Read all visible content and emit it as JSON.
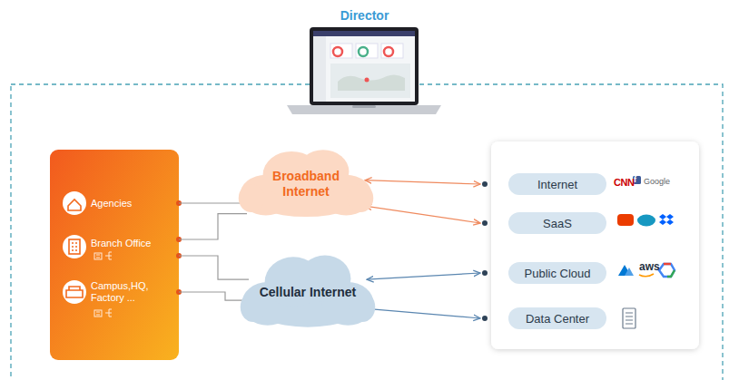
{
  "diagram": {
    "title": "Director",
    "nodes": [
      {
        "text": [
          "Agencies"
        ]
      },
      {
        "text": [
          "Branch Office"
        ]
      },
      {
        "text": [
          "Campus,HQ, Factory ..."
        ]
      },
      {
        "text": [
          "Broadband Internet"
        ]
      },
      {
        "text": [
          "Cellular Internet"
        ]
      },
      {
        "text": [
          "Internet"
        ]
      },
      {
        "text": [
          "SaaS"
        ]
      },
      {
        "text": [
          "Public Cloud"
        ]
      },
      {
        "text": [
          "Data Center"
        ]
      }
    ],
    "edges": [
      {
        "from": 0,
        "to": 3,
        "arrow": "none"
      },
      {
        "from": 1,
        "to": 3,
        "arrow": "none"
      },
      {
        "from": 1,
        "to": 4,
        "arrow": "none"
      },
      {
        "from": 2,
        "to": 4,
        "arrow": "none"
      },
      {
        "from": 3,
        "to": 5,
        "arrow": "both"
      },
      {
        "from": 3,
        "to": 6,
        "arrow": "both"
      },
      {
        "from": 4,
        "to": 7,
        "arrow": "both"
      },
      {
        "from": 4,
        "to": 8,
        "arrow": "both"
      }
    ],
    "labels": [
      "CNN",
      "f",
      "Google",
      "aws"
    ]
  }
}
